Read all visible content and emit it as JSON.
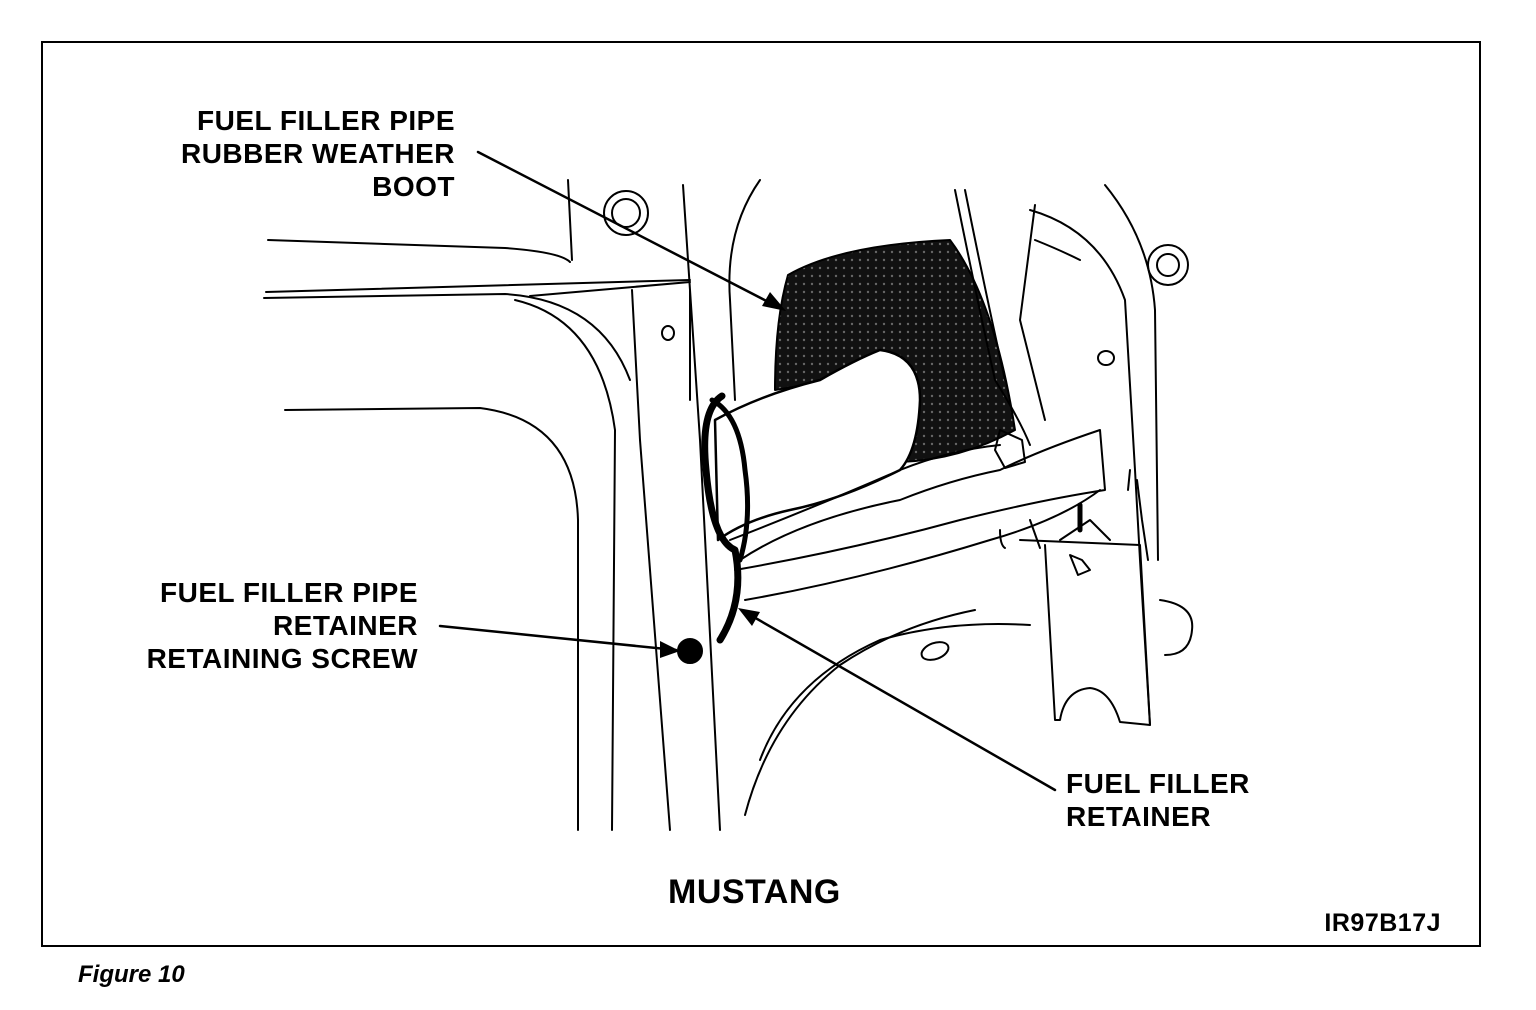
{
  "labels": {
    "boot": [
      "FUEL FILLER PIPE",
      "RUBBER WEATHER",
      "BOOT"
    ],
    "screw": [
      "FUEL FILLER PIPE",
      "RETAINER",
      "RETAINING SCREW"
    ],
    "retainer": [
      "FUEL FILLER",
      "RETAINER"
    ]
  },
  "caption": "MUSTANG",
  "figure_code": "IR97B17J",
  "figure_number": "Figure 10",
  "colors": {
    "line": "#000000",
    "background": "#ffffff"
  }
}
